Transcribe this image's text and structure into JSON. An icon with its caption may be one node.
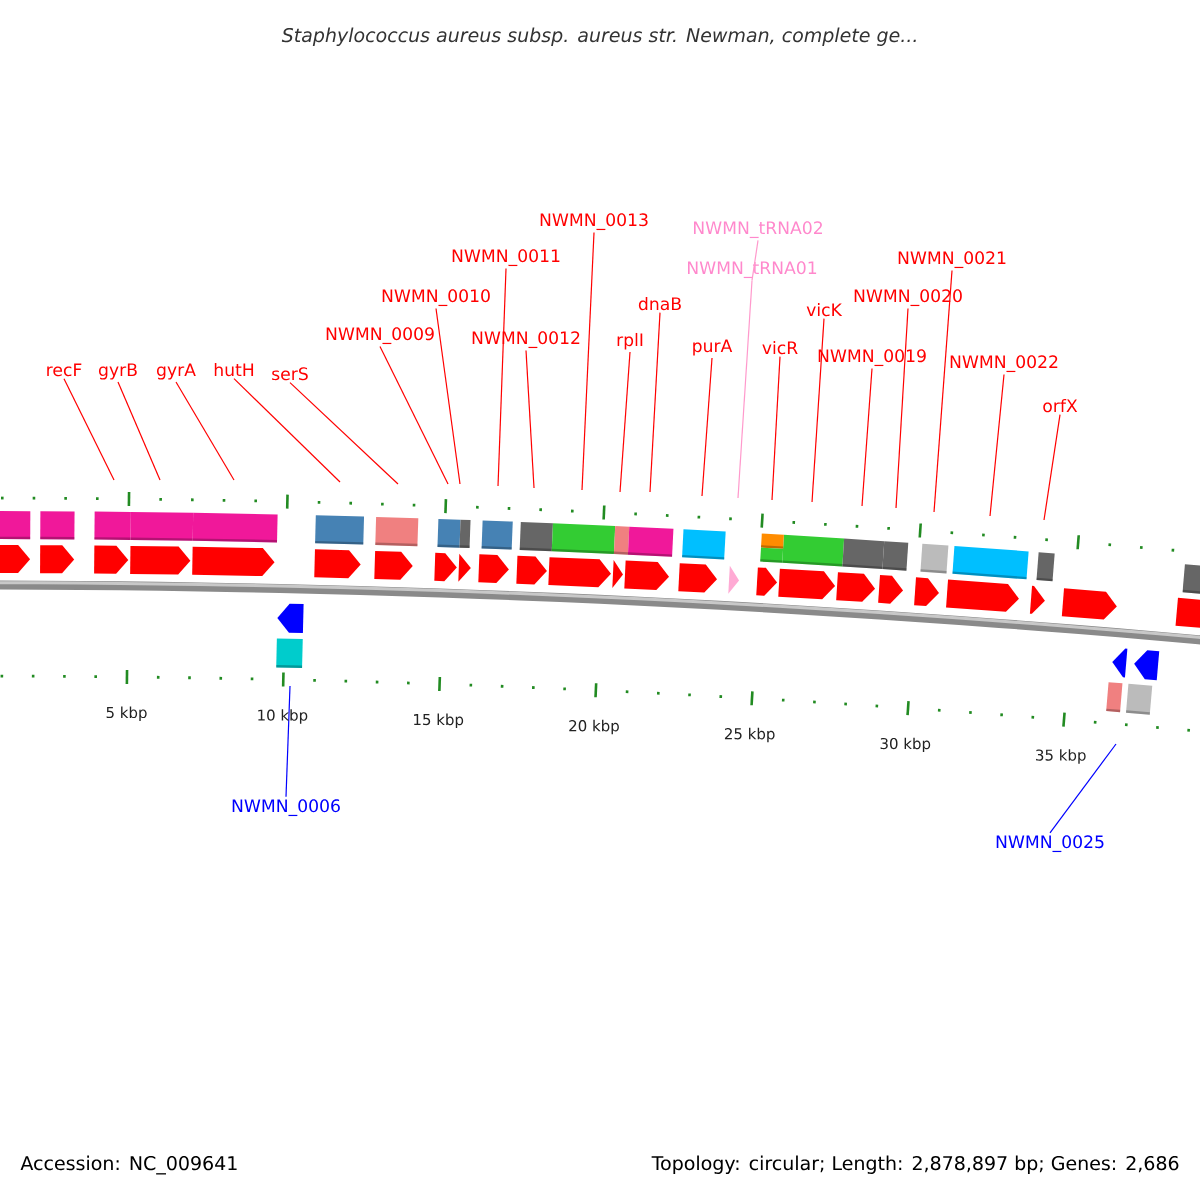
{
  "diagram": {
    "title": "Staphylococcus aureus subsp. aureus str. Newman, complete ge...",
    "nodes": [
      {
        "text": [
          "recF"
        ]
      },
      {
        "text": [
          "gyrB"
        ]
      },
      {
        "text": [
          "gyrA"
        ]
      },
      {
        "text": [
          "hutH"
        ]
      },
      {
        "text": [
          "serS"
        ]
      },
      {
        "text": [
          "NWMN_0009"
        ]
      },
      {
        "text": [
          "NWMN_0010"
        ]
      },
      {
        "text": [
          "NWMN_0011"
        ]
      },
      {
        "text": [
          "NWMN_0012"
        ]
      },
      {
        "text": [
          "NWMN_0013"
        ]
      },
      {
        "text": [
          "rplI"
        ]
      },
      {
        "text": [
          "dnaB"
        ]
      },
      {
        "text": [
          "purA"
        ]
      },
      {
        "text": [
          "NWMN_tRNA01"
        ]
      },
      {
        "text": [
          "NWMN_tRNA02"
        ]
      },
      {
        "text": [
          "vicR"
        ]
      },
      {
        "text": [
          "vicK"
        ]
      },
      {
        "text": [
          "NWMN_0019"
        ]
      },
      {
        "text": [
          "NWMN_0020"
        ]
      },
      {
        "text": [
          "NWMN_0021"
        ]
      },
      {
        "text": [
          "NWMN_0022"
        ]
      },
      {
        "text": [
          "orfX"
        ]
      },
      {
        "text": [
          "NWMN_0006"
        ]
      },
      {
        "text": [
          "NWMN_0025"
        ]
      }
    ],
    "edges": [
      {
        "from": 0,
        "to": null,
        "arrow": "none"
      },
      {
        "from": 1,
        "to": null,
        "arrow": "none"
      },
      {
        "from": 2,
        "to": null,
        "arrow": "none"
      },
      {
        "from": 3,
        "to": null,
        "arrow": "none"
      },
      {
        "from": 4,
        "to": null,
        "arrow": "none"
      },
      {
        "from": 5,
        "to": null,
        "arrow": "none"
      },
      {
        "from": 6,
        "to": null,
        "arrow": "none"
      },
      {
        "from": 7,
        "to": null,
        "arrow": "none"
      },
      {
        "from": 8,
        "to": null,
        "arrow": "none"
      },
      {
        "from": 9,
        "to": null,
        "arrow": "none"
      },
      {
        "from": 10,
        "to": null,
        "arrow": "none"
      },
      {
        "from": 11,
        "to": null,
        "arrow": "none"
      },
      {
        "from": 12,
        "to": null,
        "arrow": "none"
      },
      {
        "from": 13,
        "to": null,
        "arrow": "none",
        "color": "#ff99cc"
      },
      {
        "from": 14,
        "to": 13,
        "arrow": "none",
        "color": "#ff99cc"
      },
      {
        "from": 15,
        "to": null,
        "arrow": "none"
      },
      {
        "from": 16,
        "to": null,
        "arrow": "none"
      },
      {
        "from": 17,
        "to": null,
        "arrow": "none"
      },
      {
        "from": 18,
        "to": null,
        "arrow": "none"
      },
      {
        "from": 19,
        "to": null,
        "arrow": "none"
      },
      {
        "from": 20,
        "to": null,
        "arrow": "none"
      },
      {
        "from": 21,
        "to": null,
        "arrow": "none"
      },
      {
        "from": 22,
        "to": null,
        "arrow": "none",
        "color": "#0000ff"
      },
      {
        "from": 23,
        "to": null,
        "arrow": "none",
        "color": "#0000ff"
      }
    ],
    "labels": [
      "5 kbp",
      "10 kbp",
      "15 kbp",
      "20 kbp",
      "25 kbp",
      "30 kbp",
      "35 kbp",
      "Accession: NC_009641",
      "Topology: circular; Length: 2,878,897 bp; Genes: 2,686"
    ]
  }
}
